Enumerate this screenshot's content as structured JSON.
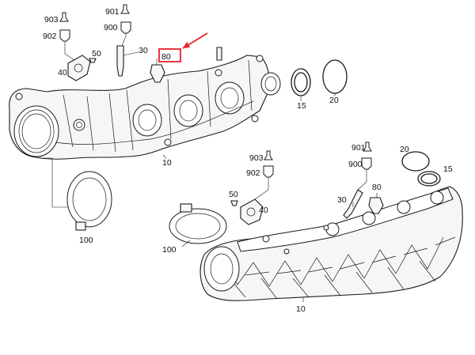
{
  "callouts": {
    "top": {
      "p903": "903",
      "p902": "902",
      "p40": "40",
      "p50": "50",
      "p901": "901",
      "p900": "900",
      "p30": "30",
      "p80": "80",
      "p15": "15",
      "p20": "20",
      "p10": "10",
      "p100": "100"
    },
    "bottom": {
      "p903": "903",
      "p902": "902",
      "p50": "50",
      "p40": "40",
      "p100": "100",
      "p901": "901",
      "p900": "900",
      "p30": "30",
      "p80": "80",
      "p20": "20",
      "p15": "15",
      "p10": "10"
    }
  },
  "highlight": {
    "target": "80",
    "color": "#e8202a"
  }
}
